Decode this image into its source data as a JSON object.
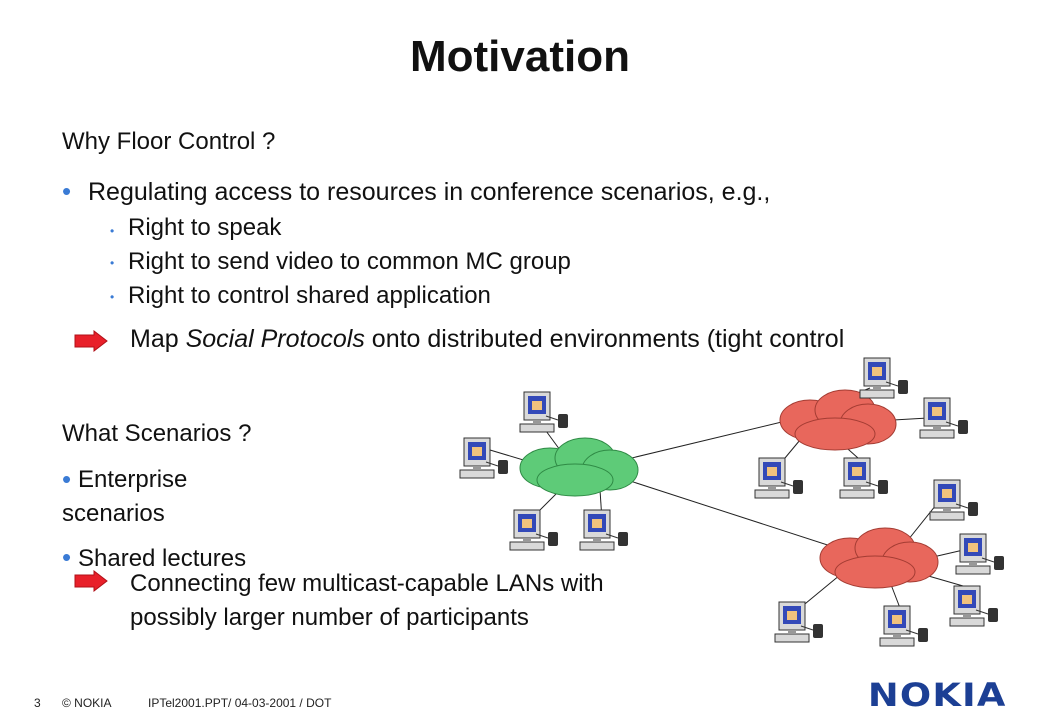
{
  "slide": {
    "title": "Motivation",
    "section1": {
      "heading": "Why Floor Control ?",
      "bullet": "Regulating access to resources in conference scenarios, e.g.,",
      "subbullets": [
        "Right to speak",
        "Right to send video to common MC group",
        "Right to control shared application"
      ],
      "conclusion_plain1": "Map ",
      "conclusion_italic": "Social Protocols",
      "conclusion_plain2": " onto distributed environments (tight control"
    },
    "section2": {
      "heading": "What Scenarios ?",
      "bullets": [
        {
          "line1": "Enterprise",
          "line2": "scenarios"
        },
        {
          "line1": "Shared lectures"
        }
      ],
      "conclusion_line1": "Connecting few multicast-capable LANs with",
      "conclusion_line2": "possibly larger number of participants"
    },
    "footer": {
      "page": "3",
      "copyright": "© NOKIA",
      "doc": "IPTel2001.PPT/ 04-03-2001 / DOT",
      "logo": "NOKIA"
    },
    "colors": {
      "bullet": "#3a7bd5",
      "arrow": "#e8202a",
      "cloud_green": "#5ecb78",
      "cloud_red": "#e8675c",
      "logo": "#1c3f94"
    }
  }
}
